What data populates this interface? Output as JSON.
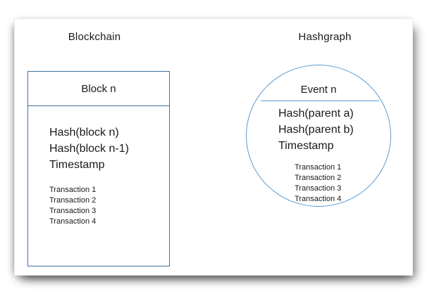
{
  "diagram": {
    "left": {
      "title": "Blockchain",
      "shape": {
        "header": "Block n",
        "fields": [
          "Hash(block n)",
          "Hash(block n-1)",
          "Timestamp"
        ],
        "transactions": [
          "Transaction 1",
          "Transaction 2",
          "Transaction 3",
          "Transaction 4"
        ]
      }
    },
    "right": {
      "title": "Hashgraph",
      "shape": {
        "header": "Event n",
        "fields": [
          "Hash(parent a)",
          "Hash(parent b)",
          "Timestamp"
        ],
        "transactions": [
          "Transaction 1",
          "Transaction 2",
          "Transaction 3",
          "Transaction 4"
        ]
      }
    },
    "colors": {
      "block_outline": "#41719C",
      "event_outline": "#5B9BD5",
      "text": "#1a1a1a"
    }
  }
}
